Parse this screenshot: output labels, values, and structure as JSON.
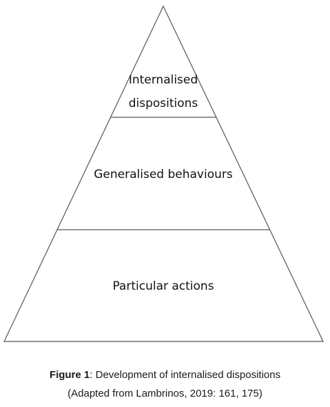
{
  "pyramid": {
    "stroke_color": "#555555",
    "tiers": [
      {
        "label_lines": [
          "Internalised",
          "dispositions"
        ]
      },
      {
        "label_lines": [
          "Generalised behaviours"
        ]
      },
      {
        "label_lines": [
          "Particular actions"
        ]
      }
    ]
  },
  "caption": {
    "figure_label": "Figure 1",
    "separator": ":",
    "title": " Development of internalised dispositions",
    "source": "(Adapted from Lambrinos, 2019: 161, 175)"
  }
}
